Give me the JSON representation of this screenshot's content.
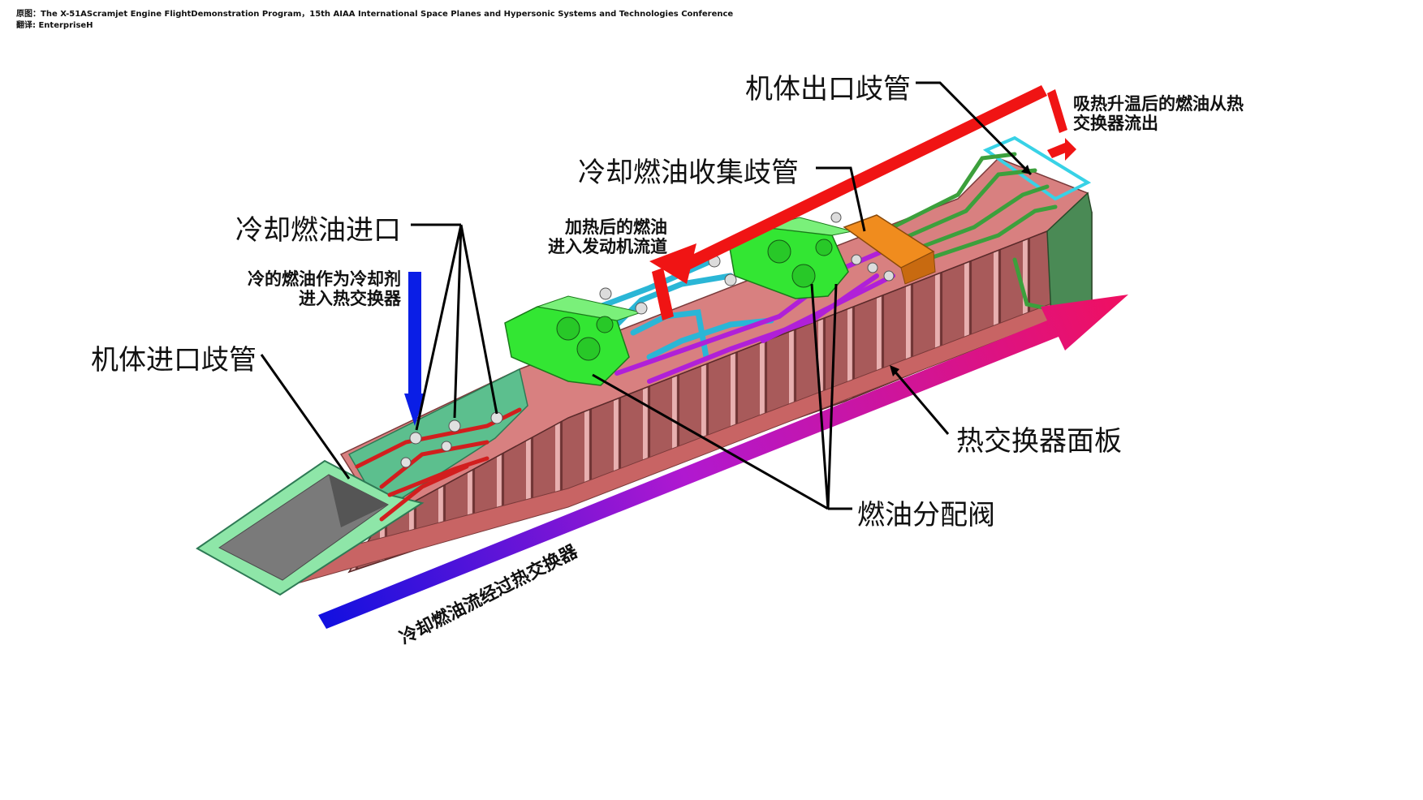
{
  "source": {
    "line1": "原图：The X-51AScramjet Engine FlightDemonstration Program，15th AIAA International Space Planes and Hypersonic Systems and Technologies Conference",
    "line2": "翻译: EnterpriseH"
  },
  "labels": {
    "airframe_outlet_manifold": "机体出口歧管",
    "heated_fuel_out_line1": "吸热升温后的燃油从热",
    "heated_fuel_out_line2": "交换器流出",
    "coolant_collection_manifold": "冷却燃油收集歧管",
    "heated_fuel_to_engine_line1": "加热后的燃油",
    "heated_fuel_to_engine_line2": "进入发动机流道",
    "coolant_fuel_inlet": "冷却燃油进口",
    "cold_fuel_coolant_line1": "冷的燃油作为冷却剂",
    "cold_fuel_coolant_line2": "进入热交换器",
    "airframe_inlet_manifold": "机体进口歧管",
    "heat_exchanger_panel": "热交换器面板",
    "fuel_distribution_valve": "燃油分配阀",
    "coolant_flow_through": "冷却燃油流经过热交换器"
  },
  "colors": {
    "cold_flow": "#0a1ee6",
    "hot_flow": "#f01414",
    "panel": "#a85a5a",
    "valve": "#33e633",
    "manifold": "#f08c1e",
    "pipe_cyan": "#2ab6d6",
    "pipe_purple": "#b020d8"
  }
}
